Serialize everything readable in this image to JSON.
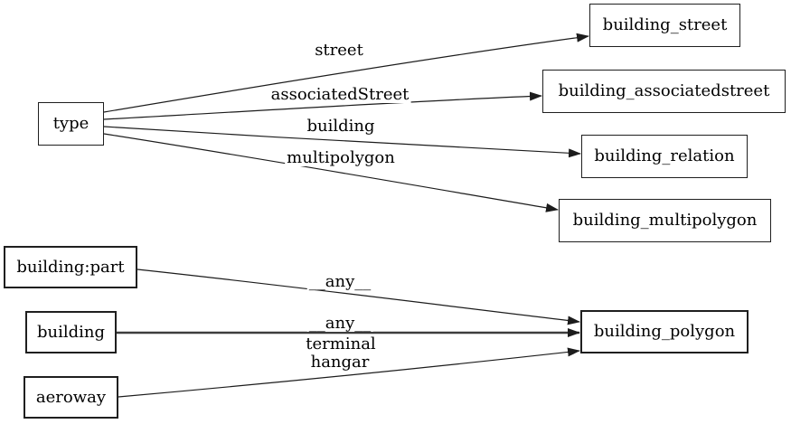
{
  "diagram": {
    "type": "directed-graph",
    "background_color": "#ffffff",
    "edge_color": "#1c1c1c",
    "node_border_color": "#1f1f1f",
    "node_fill_color": "#ffffff",
    "nodes": {
      "type": {
        "label": "type"
      },
      "building_street": {
        "label": "building_street"
      },
      "building_associatedstreet": {
        "label": "building_associatedstreet"
      },
      "building_relation": {
        "label": "building_relation"
      },
      "building_multipolygon": {
        "label": "building_multipolygon"
      },
      "building_part": {
        "label": "building:part"
      },
      "building": {
        "label": "building"
      },
      "aeroway": {
        "label": "aeroway"
      },
      "building_polygon": {
        "label": "building_polygon"
      }
    },
    "edges": [
      {
        "from": "type",
        "to": "building_street",
        "label": "street"
      },
      {
        "from": "type",
        "to": "building_associatedstreet",
        "label": "associatedStreet"
      },
      {
        "from": "type",
        "to": "building_relation",
        "label": "building"
      },
      {
        "from": "type",
        "to": "building_multipolygon",
        "label": "multipolygon"
      },
      {
        "from": "building:part",
        "to": "building_polygon",
        "label": "__any__"
      },
      {
        "from": "building",
        "to": "building_polygon",
        "label": "__any__"
      },
      {
        "from": "aeroway",
        "to": "building_polygon",
        "label": "terminal"
      },
      {
        "from": "aeroway",
        "to": "building_polygon",
        "label": "hangar"
      }
    ],
    "edge_labels": {
      "street": "street",
      "associatedStreet": "associatedStreet",
      "building": "building",
      "multipolygon": "multipolygon",
      "any_from_building_part": "__any__",
      "any_from_building": "__any__",
      "terminal": "terminal",
      "hangar": "hangar"
    }
  }
}
